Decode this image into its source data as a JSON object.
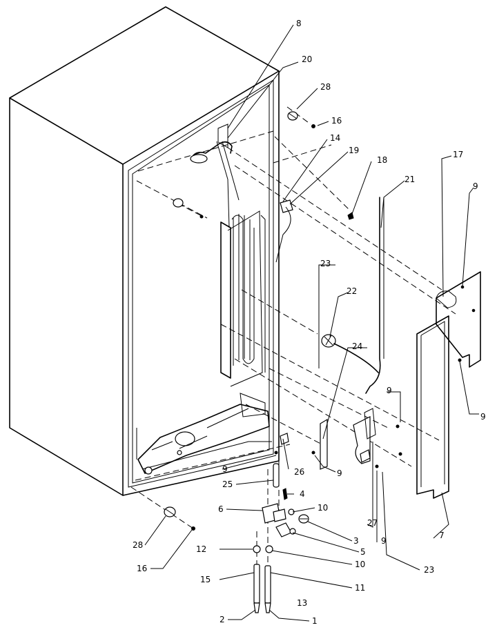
{
  "labels": {
    "l1": "1",
    "l2": "2",
    "l3": "3",
    "l4": "4",
    "l5": "5",
    "l6": "6",
    "l7": "7",
    "l8": "8",
    "l9a": "9",
    "l9b": "9",
    "l9c": "9",
    "l9d": "9",
    "l9e": "9",
    "l9f": "9",
    "l10a": "10",
    "l10b": "10",
    "l11": "11",
    "l12": "12",
    "l13": "13",
    "l14": "14",
    "l15": "15",
    "l16a": "16",
    "l16b": "16",
    "l17": "17",
    "l18": "18",
    "l19": "19",
    "l20": "20",
    "l21": "21",
    "l22": "22",
    "l23a": "23",
    "l23b": "23",
    "l24": "24",
    "l25": "25",
    "l26": "26",
    "l27": "27",
    "l28a": "28",
    "l28b": "28"
  }
}
